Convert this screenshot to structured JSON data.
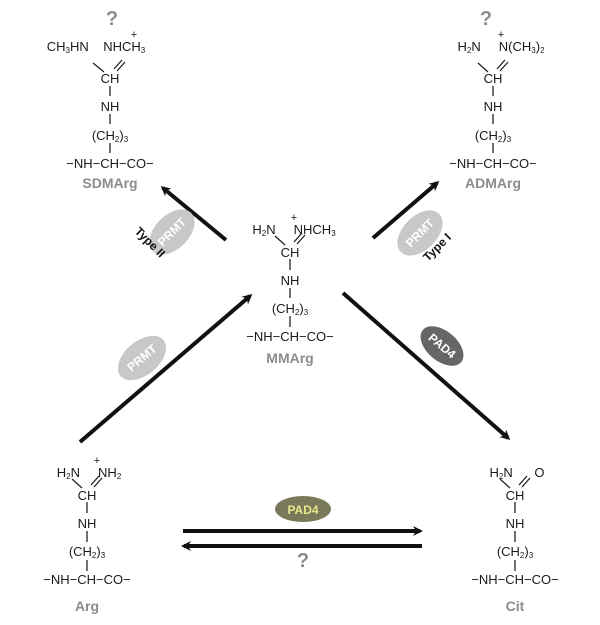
{
  "molecules": {
    "sdmarg": {
      "name": "SDMArg",
      "left_group": "CH3HN",
      "right_group": "NHCH3",
      "charge": "+",
      "center": "CH",
      "nh": "NH",
      "chain": "(CH2)3",
      "backbone": "−NH−CH−CO−",
      "question": "?"
    },
    "admarg": {
      "name": "ADMArg",
      "left_group": "H2N",
      "right_group": "N(CH3)2",
      "charge": "+",
      "center": "CH",
      "nh": "NH",
      "chain": "(CH2)3",
      "backbone": "−NH−CH−CO−",
      "question": "?"
    },
    "mmarg": {
      "name": "MMArg",
      "left_group": "H2N",
      "right_group": "NHCH3",
      "charge": "+",
      "center": "CH",
      "nh": "NH",
      "chain": "(CH2)3",
      "backbone": "−NH−CH−CO−"
    },
    "arg": {
      "name": "Arg",
      "left_group": "H2N",
      "right_group": "NH2",
      "charge": "+",
      "center": "CH",
      "nh": "NH",
      "chain": "(CH2)3",
      "backbone": "−NH−CH−CO−"
    },
    "cit": {
      "name": "Cit",
      "left_group": "H2N",
      "right_group": "O",
      "center": "CH",
      "nh": "NH",
      "chain": "(CH2)3",
      "backbone": "−NH−CH−CO−"
    }
  },
  "enzymes": {
    "prmt_type2": {
      "label": "PRMT",
      "type": "Type II",
      "color": "#c8c8c8",
      "text_color": "#ffffff"
    },
    "prmt_type1": {
      "label": "PRMT",
      "type": "Type I",
      "color": "#c8c8c8",
      "text_color": "#ffffff"
    },
    "prmt_arg": {
      "label": "PRMT",
      "color": "#c8c8c8",
      "text_color": "#ffffff"
    },
    "pad4_mm": {
      "label": "PAD4",
      "color": "#666666",
      "text_color": "#ffffff"
    },
    "pad4_arg": {
      "label": "PAD4",
      "color": "#7a7a5a",
      "text_color": "#e8e890"
    }
  },
  "reverse_question": "?",
  "colors": {
    "arrow": "#111111",
    "label_gray": "#8c8c8c"
  }
}
